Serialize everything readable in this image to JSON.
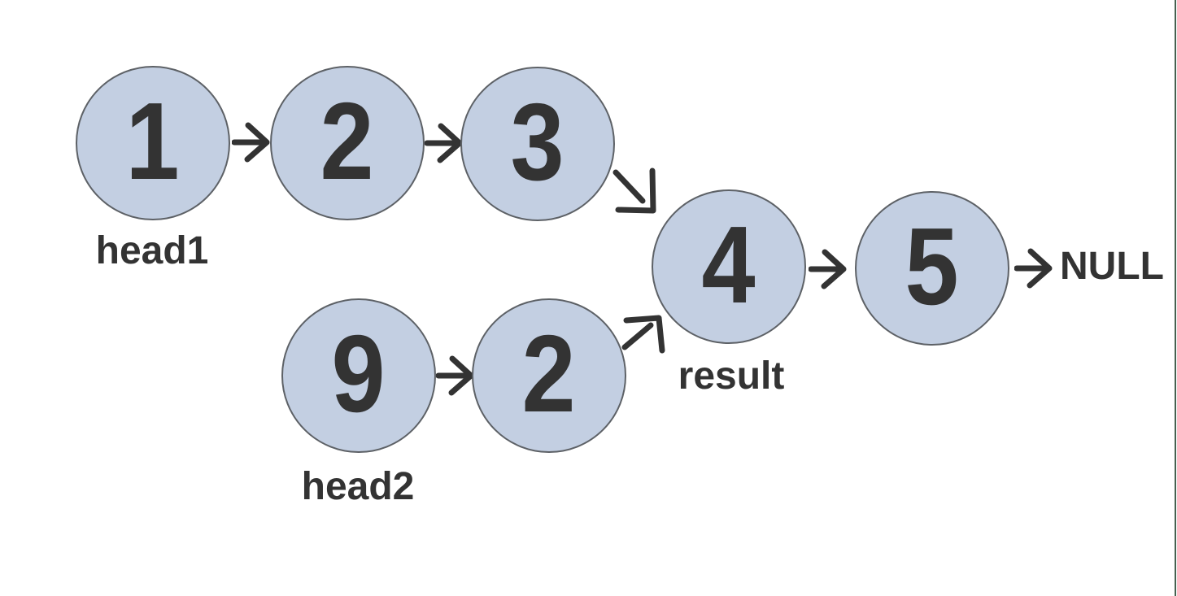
{
  "colors": {
    "background": "#ffffff",
    "node_fill": "#c3cfe2",
    "node_border": "#5d6166",
    "ink": "#333333",
    "edge_line": "#46604f"
  },
  "list1": {
    "label": "head1",
    "nodes": [
      "1",
      "2",
      "3"
    ]
  },
  "list2": {
    "label": "head2",
    "nodes": [
      "9",
      "2"
    ]
  },
  "result": {
    "label": "result",
    "nodes": [
      "4",
      "5"
    ],
    "terminator": "NULL"
  },
  "edges": [
    "1→2",
    "2→3",
    "3→4",
    "9→2",
    "2→4",
    "4→5",
    "5→NULL"
  ]
}
